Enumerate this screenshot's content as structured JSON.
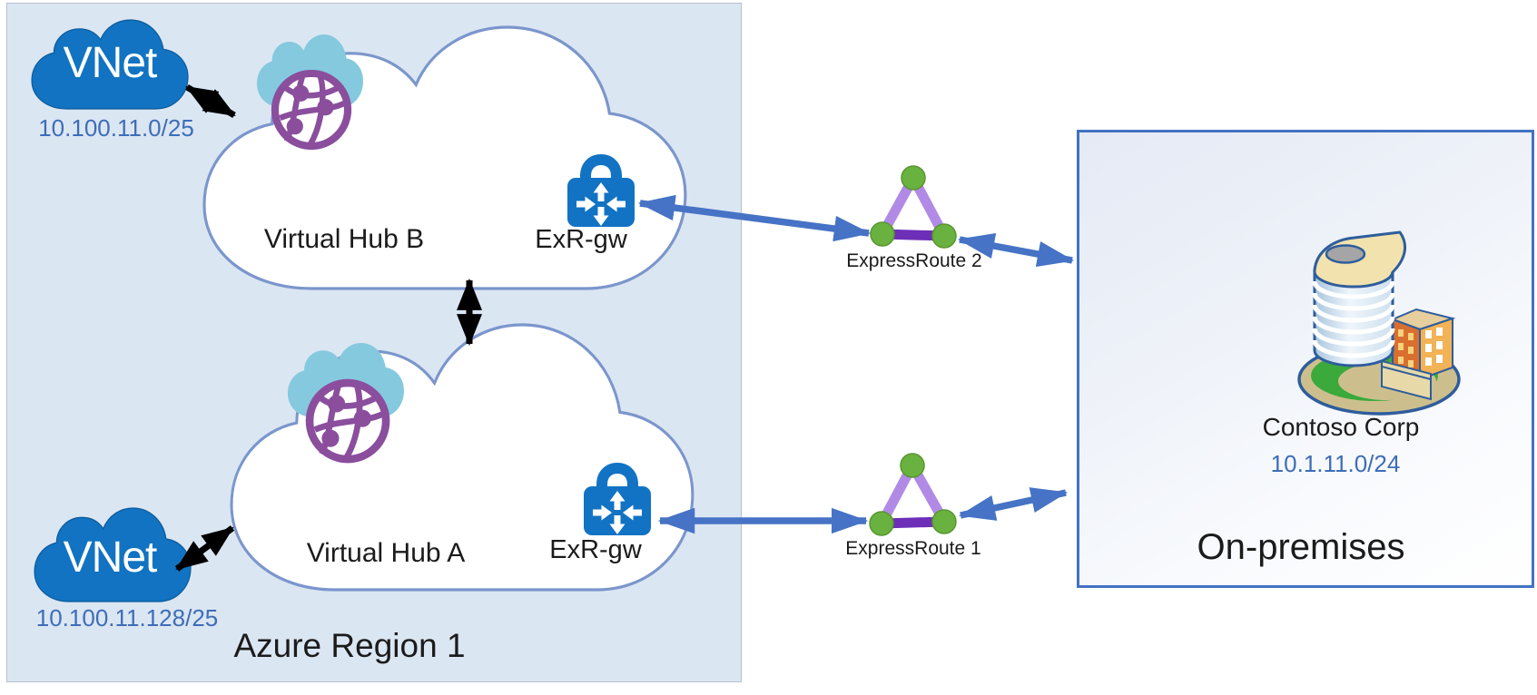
{
  "region": {
    "label": "Azure Region 1",
    "hubs": [
      {
        "label": "Virtual Hub B",
        "gateway": "ExR-gw"
      },
      {
        "label": "Virtual Hub A",
        "gateway": "ExR-gw"
      }
    ],
    "vnets": [
      {
        "label": "VNet",
        "cidr": "10.100.11.0/25"
      },
      {
        "label": "VNet",
        "cidr": "10.100.11.128/25"
      }
    ]
  },
  "circuits": [
    {
      "label": "ExpressRoute 2"
    },
    {
      "label": "ExpressRoute 1"
    }
  ],
  "on_premises": {
    "label": "On-premises",
    "company": "Contoso Corp",
    "cidr": "10.1.11.0/24"
  },
  "icons": {
    "hub_cloud": "cloud-icon",
    "vnet_cloud": "vnet-cloud-icon",
    "virtual_wan": "network-globe-icon",
    "gateway": "lock-routing-gateway-icon",
    "circuit": "expressroute-triangle-icon",
    "building": "office-building-icon"
  },
  "colors": {
    "region_fill": "#dbe6f3",
    "vnet_blue": "#1173c1",
    "cyan_cloud": "#85c9de",
    "globe_purple": "#8a4e9d",
    "gateway_blue": "#1273c4",
    "arrow_blue": "#4673c5",
    "arrow_black": "#000000",
    "er_side_purple": "#b18ae6",
    "er_base_purple": "#6d2eb8",
    "er_node_green": "#6ab23f",
    "ip_text_blue": "#3e6db8",
    "onprem_border": "#4372c3",
    "hub_cloud_stroke": "#7b96cc"
  }
}
